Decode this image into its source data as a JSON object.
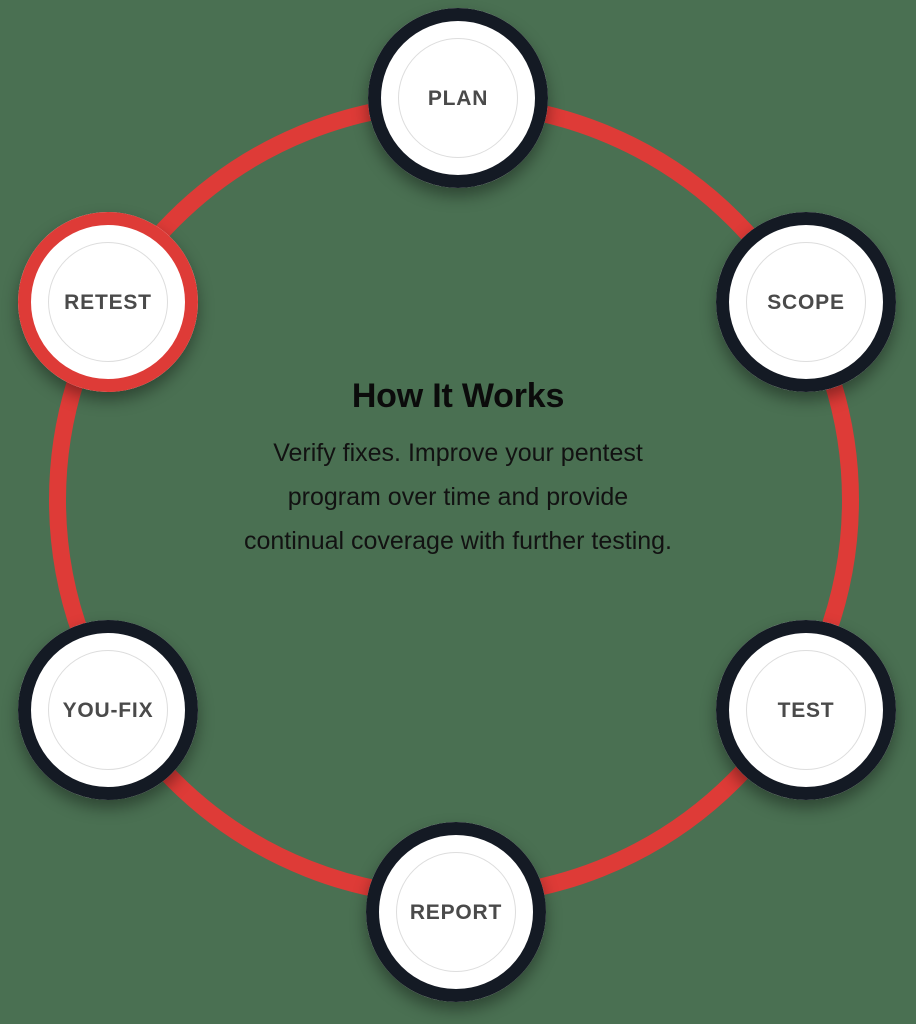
{
  "diagram": {
    "title": "How It Works",
    "background_color": "#4A7052",
    "track_color": "#DE3B37",
    "node_ring_color": "#141A24",
    "active_ring_color": "#DE3B37",
    "label_color": "#4A4A4A",
    "center": {
      "heading": "How It Works",
      "body_lines": [
        "Verify fixes. Improve your pentest",
        "program over time and provide",
        "continual coverage with further testing."
      ],
      "body_text": "Verify fixes. Improve your pentest program over time and provide continual coverage with further testing."
    },
    "nodes": [
      {
        "id": "plan",
        "label": "PLAN",
        "active": false,
        "position": "top"
      },
      {
        "id": "scope",
        "label": "SCOPE",
        "active": false,
        "position": "upper-right"
      },
      {
        "id": "test",
        "label": "TEST",
        "active": false,
        "position": "lower-right"
      },
      {
        "id": "report",
        "label": "REPORT",
        "active": false,
        "position": "bottom"
      },
      {
        "id": "youfix",
        "label": "YOU-FIX",
        "active": false,
        "position": "lower-left"
      },
      {
        "id": "retest",
        "label": "RETEST",
        "active": true,
        "position": "upper-left"
      }
    ]
  }
}
